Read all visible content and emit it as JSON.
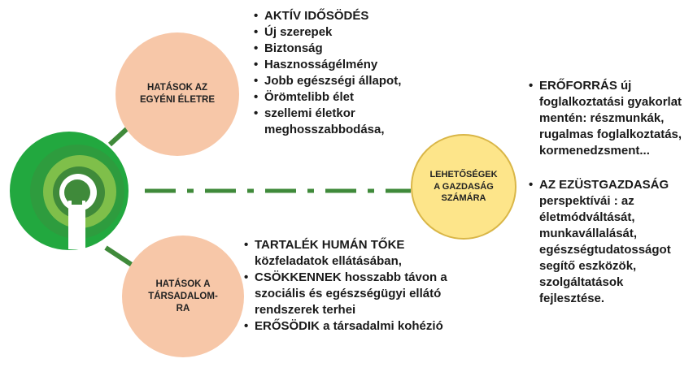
{
  "nodes": {
    "individual": "HATÁSOK AZ\nEGYÉNI ÉLETRE",
    "society": "HATÁSOK A\nTÁRSADALOM-\nRA",
    "economy": "LEHETŐSÉGEK\nA GAZDASÁG\nSZÁMÁRA"
  },
  "individual_items": [
    "AKTÍV IDŐSÖDÉS",
    "Új szerepek",
    "Biztonság",
    "Hasznosságélmény",
    "Jobb egészségi állapot,",
    "Örömtelibb élet",
    "szellemi életkor meghosszabbodása,"
  ],
  "society_items": [
    "TARTALÉK HUMÁN TŐKE közfeladatok ellátásában,",
    "CSÖKKENNEK hosszabb távon a szociális és egészségügyi ellátó rendszerek terhei",
    "ERŐSÖDIK a társadalmi kohézió"
  ],
  "economy_items": [
    "ERŐFORRÁS új foglalkoztatási gyakorlat mentén: részmunkák, rugalmas foglalkoztatás, kormenedzsment...",
    "AZ EZÜSTGAZDASÁG perspektívái : az életmódváltását, munkavállalását, egészségtudatosságot segítő eszközök, szolgáltatások fejlesztése."
  ],
  "colors": {
    "green_dark": "#3f8a3a",
    "green_mid": "#5cb548",
    "green_light": "#22a83f",
    "peach": "#f7c7a8",
    "yellow": "#fde58a"
  },
  "icons": {
    "logo": "logo-icon"
  }
}
